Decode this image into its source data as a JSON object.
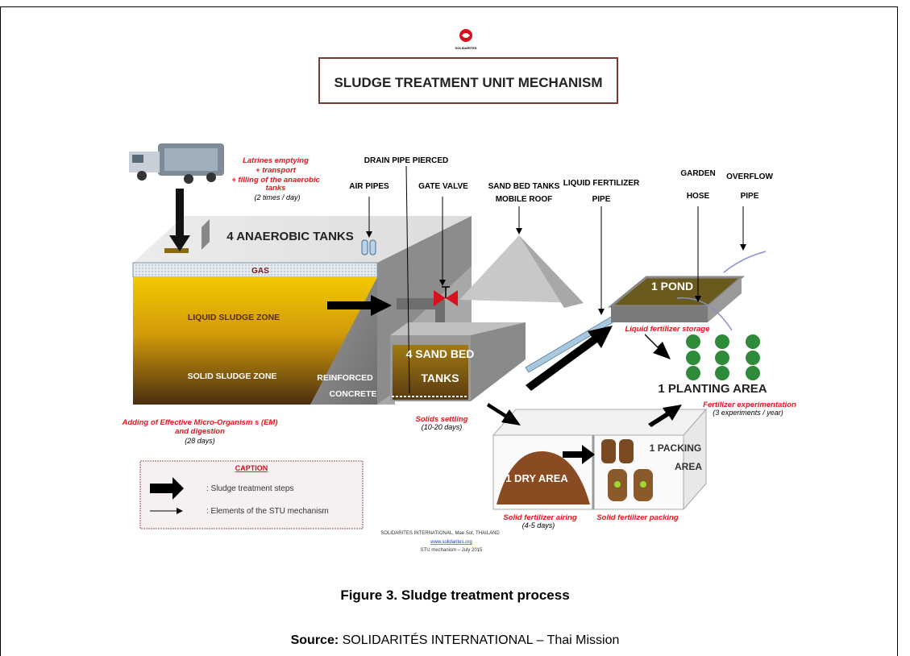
{
  "logo": {
    "text": "SOLIDARITES"
  },
  "title": "SLUDGE TREATMENT UNIT MECHANISM",
  "labels": {
    "latrines_1": "Latrines emptying",
    "latrines_2": "+ transport",
    "latrines_3": "+ filling of the anaerobic",
    "latrines_4": "tanks",
    "latrines_freq": "(2 times / day)",
    "drain_pipe": "DRAIN PIPE PIERCED",
    "air_pipes": "AIR PIPES",
    "gate_valve": "GATE VALVE",
    "sand_bed_tanks_1": "SAND BED TANKS",
    "sand_bed_tanks_2": "MOBILE ROOF",
    "liquid_fert_1": "LIQUID  FERTILIZER",
    "liquid_fert_2": "PIPE",
    "garden_1": "GARDEN",
    "garden_2": "HOSE",
    "overflow_1": "OVERFLOW",
    "overflow_2": "PIPE",
    "anaerobic": "4 ANAEROBIC  TANKS",
    "gas": "GAS",
    "liquid_zone": "LIQUID SLUDGE ZONE",
    "solid_zone": "SOLID SLUDGE ZONE",
    "reinforced_1": "REINFORCED",
    "reinforced_2": "CONCRETE",
    "em_1": "Adding of Effective Micro-Organism s (EM)",
    "em_2": "and digestion",
    "em_days": "(28 days)",
    "sand_bed_1": "4 SAND BED",
    "sand_bed_2": "TANKS",
    "solids_1": "Solids settling",
    "solids_2": "(10-20 days)",
    "pond": "1 POND",
    "pond_storage": "Liquid fertilizer storage",
    "planting": "1 PLANTING AREA",
    "fert_exp_1": "Fertilizer experimentation",
    "fert_exp_2": "(3 experiments / year)",
    "dry_area": "1 DRY AREA",
    "packing_1": "1 PACKING",
    "packing_2": "AREA",
    "airing_1": "Solid fertilizer airing",
    "airing_2": "(4-5 days)",
    "packing_label": "Solid fertilizer packing",
    "caption_head": "CAPTION",
    "caption_steps": ":    Sludge treatment steps",
    "caption_elements": ":    Elements of the STU mechanism",
    "credit_1": "SOLIDARITES INTERNATIONAL, Mae Sot, THAILAND",
    "credit_2": "www.solidarites.org",
    "credit_3": "STU mechanism – July 2015"
  },
  "figure_caption": "Figure 3. Sludge treatment process",
  "source_label": "Source:",
  "source_text": " SOLIDARITÉS INTERNATIONAL – Thai Mission",
  "colors": {
    "red_label": "#e8141e",
    "sludge_top": "#f2c200",
    "sludge_bottom": "#5b3a13",
    "concrete": "#8a8a8a",
    "pond": "#6b5a1e"
  }
}
